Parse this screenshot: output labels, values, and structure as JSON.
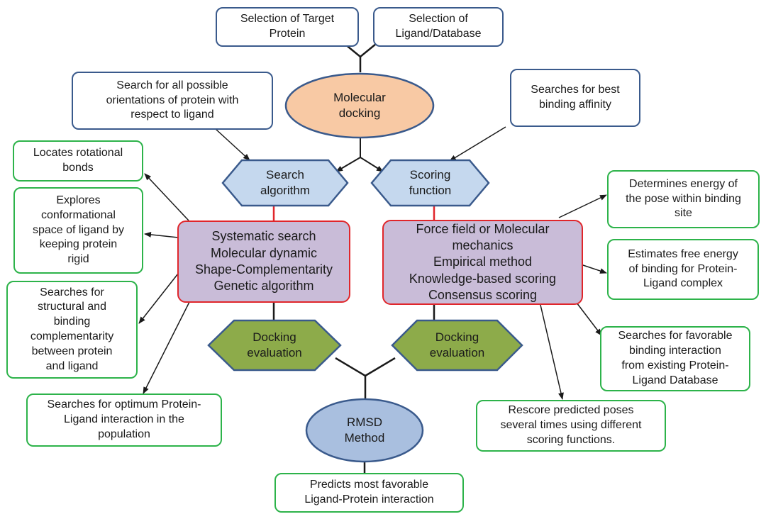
{
  "colors": {
    "blue_border": "#3a5a8c",
    "green_border": "#2db34a",
    "red_border": "#e0262b",
    "ellipse_orange": "#f8c9a4",
    "hexagon_blue": "#c5d8ee",
    "hexagon_green": "#8dab4a",
    "method_purple": "#c9bcd8",
    "ellipse_rmsd": "#a9bfdf"
  },
  "top_inputs": {
    "target_protein": "Selection of Target\nProtein",
    "ligand_database": "Selection of\nLigand/Database"
  },
  "center": {
    "molecular_docking": "Molecular\ndocking",
    "search_algorithm": "Search\nalgorithm",
    "scoring_function": "Scoring\nfunction",
    "docking_evaluation_left": "Docking\nevaluation",
    "docking_evaluation_right": "Docking\nevaluation",
    "rmsd_method": "RMSD\nMethod"
  },
  "search_description": "Search for all possible\norientations of protein with\nrespect to ligand",
  "scoring_description": "Searches for best\nbinding affinity",
  "search_methods": "Systematic search\nMolecular dynamic\nShape-Complementarity\nGenetic algorithm",
  "scoring_methods": "Force field or Molecular\nmechanics\nEmpirical method\nKnowledge-based scoring\nConsensus scoring",
  "search_notes": {
    "rotational": "Locates rotational\nbonds",
    "conformational": "Explores\nconformational\nspace of ligand by\nkeeping protein\nrigid",
    "complementarity": "Searches for\nstructural and\nbinding\ncomplementarity\nbetween protein\nand ligand",
    "optimum": "Searches for optimum Protein-\nLigand interaction in the\npopulation"
  },
  "scoring_notes": {
    "energy": "Determines energy of\nthe pose within binding\nsite",
    "free_energy": "Estimates free energy\nof binding for Protein-\nLigand complex",
    "favorable": "Searches for favorable\nbinding interaction\nfrom existing Protein-\nLigand Database",
    "rescore": "Rescore predicted poses\nseveral times using different\nscoring functions."
  },
  "output": "Predicts most favorable\nLigand-Protein interaction"
}
